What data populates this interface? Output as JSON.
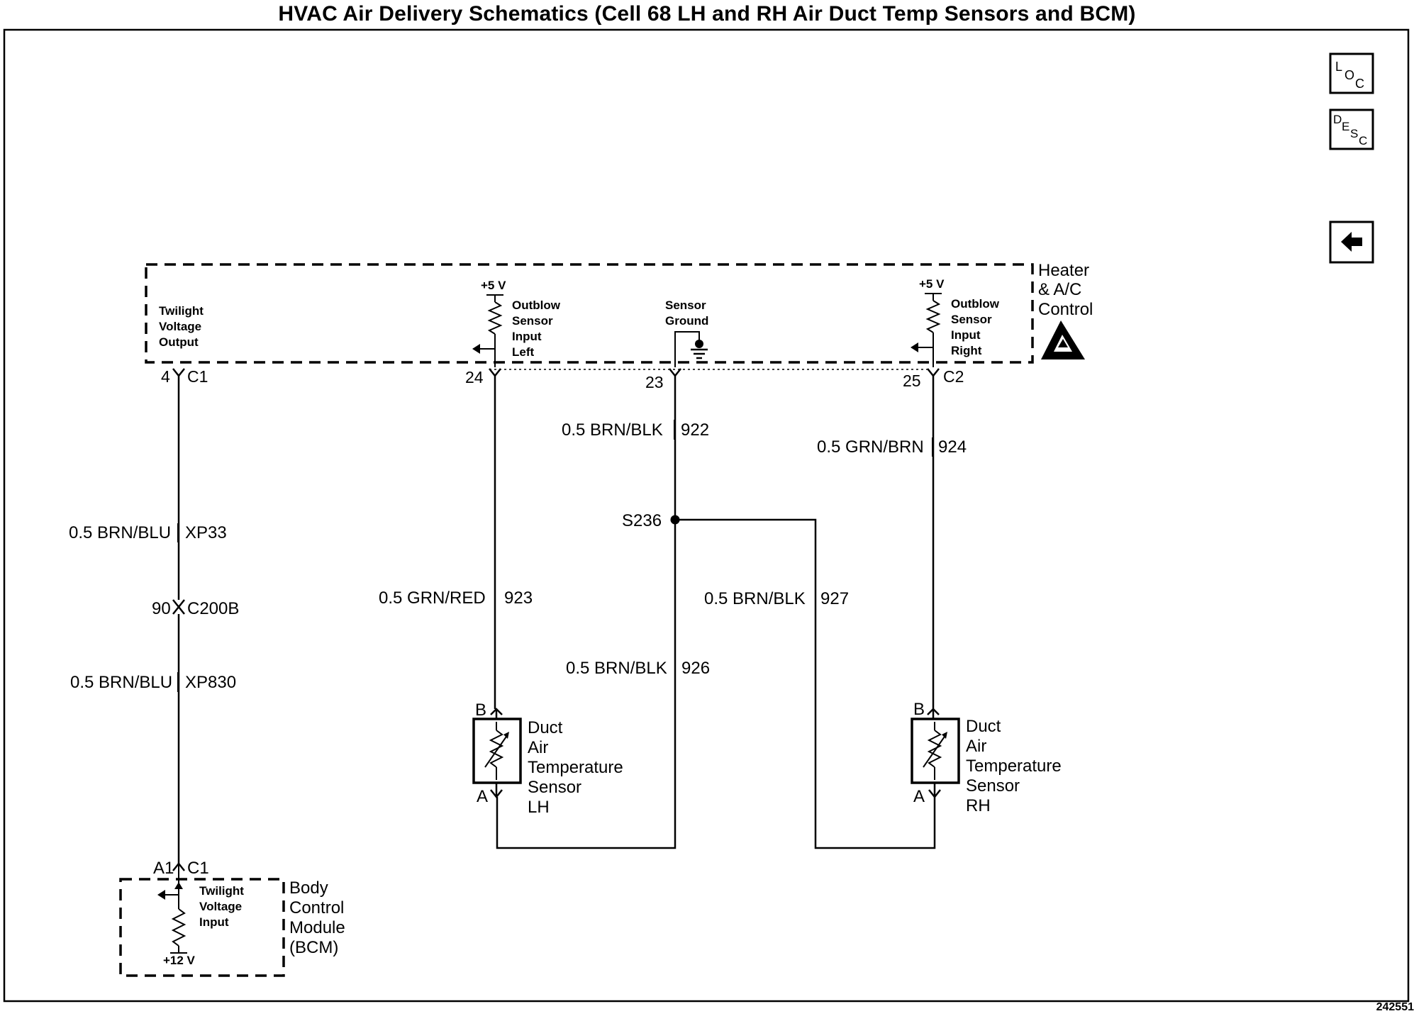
{
  "title": "HVAC Air Delivery Schematics (Cell 68 LH and RH Air Duct Temp Sensors and BCM)",
  "doc_number": "242551",
  "nav": {
    "loc": {
      "l1": "L",
      "l2": "O",
      "l3": "C"
    },
    "desc": {
      "l1": "D",
      "l2": "E",
      "l3": "S",
      "l4": "C"
    },
    "back_icon": "left-arrow-icon"
  },
  "hvac": {
    "name": {
      "l1": "Heater",
      "l2": "& A/C",
      "l3": "Control"
    },
    "esd_icon": "esd-warning-icon",
    "twilight": {
      "l1": "Twilight",
      "l2": "Voltage",
      "l3": "Output"
    },
    "left": {
      "v": "+5 V",
      "l1": "Outblow",
      "l2": "Sensor",
      "l3": "Input",
      "l4": "Left"
    },
    "ground": {
      "l1": "Sensor",
      "l2": "Ground"
    },
    "right": {
      "v": "+5 V",
      "l1": "Outblow",
      "l2": "Sensor",
      "l3": "Input",
      "l4": "Right"
    },
    "pins": {
      "p4": "4",
      "c1": "C1",
      "p24": "24",
      "p23": "23",
      "p25": "25",
      "c2": "C2"
    }
  },
  "wires": {
    "w922": {
      "color": "0.5 BRN/BLK",
      "num": "922"
    },
    "w924": {
      "color": "0.5 GRN/BRN",
      "num": "924"
    },
    "xp33": {
      "color": "0.5 BRN/BLU",
      "num": "XP33"
    },
    "w923": {
      "color": "0.5 GRN/RED",
      "num": "923"
    },
    "w927": {
      "color": "0.5 BRN/BLK",
      "num": "927"
    },
    "w926": {
      "color": "0.5 BRN/BLK",
      "num": "926"
    },
    "xp830": {
      "color": "0.5 BRN/BLU",
      "num": "XP830"
    }
  },
  "splice": "S236",
  "connector_c200b": {
    "pin": "90",
    "name": "C200B"
  },
  "sensor_lh": {
    "pin_b": "B",
    "pin_a": "A",
    "l1": "Duct",
    "l2": "Air",
    "l3": "Temperature",
    "l4": "Sensor",
    "l5": "LH"
  },
  "sensor_rh": {
    "pin_b": "B",
    "pin_a": "A",
    "l1": "Duct",
    "l2": "Air",
    "l3": "Temperature",
    "l4": "Sensor",
    "l5": "RH"
  },
  "bcm": {
    "pin": "A1",
    "conn": "C1",
    "twilight": {
      "l1": "Twilight",
      "l2": "Voltage",
      "l3": "Input"
    },
    "v": "+12 V",
    "name": {
      "l1": "Body",
      "l2": "Control",
      "l3": "Module",
      "l4": "(BCM)"
    }
  }
}
